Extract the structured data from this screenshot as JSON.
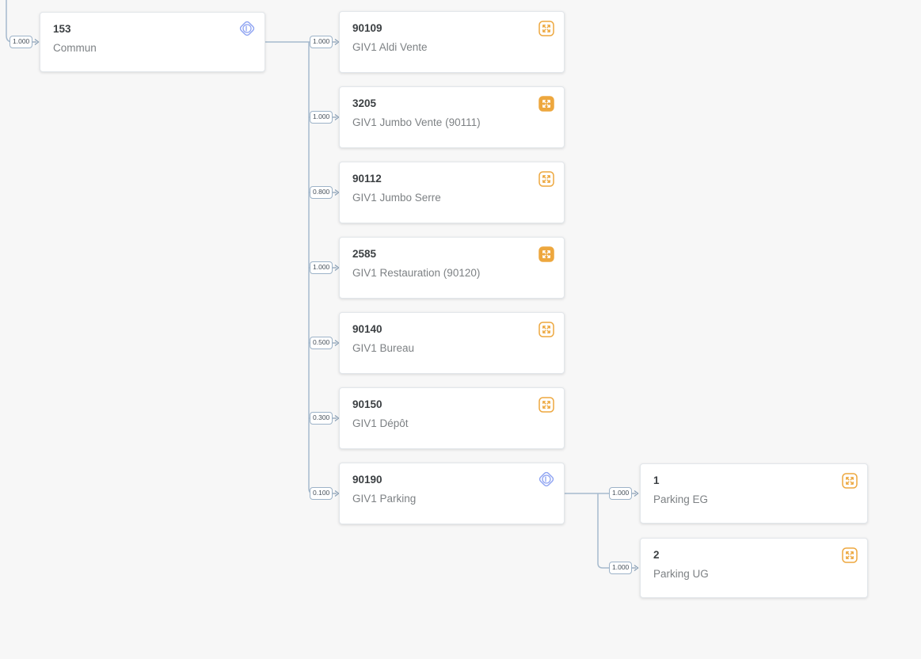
{
  "colors": {
    "background": "#f7f7f7",
    "line": "#a6bacd",
    "badge_border": "#9db3c8",
    "badge_text": "#47505a",
    "node_border": "#e2e6ea",
    "node_bg": "#ffffff",
    "title": "#3c4043",
    "subtitle": "#7d8184",
    "orange": "#eda73e",
    "blue": "#8ea3f2",
    "arrow": "#8aa0b6"
  },
  "root": {
    "id": "153",
    "name": "Commun",
    "incoming_weight": "1.000",
    "icon": "virtual-meter"
  },
  "children": [
    {
      "id": "90109",
      "name": "GIV1 Aldi Vente",
      "weight": "1.000",
      "icon": "expand-outline"
    },
    {
      "id": "3205",
      "name": "GIV1 Jumbo Vente (90111)",
      "weight": "1.000",
      "icon": "expand-filled"
    },
    {
      "id": "90112",
      "name": "GIV1 Jumbo Serre",
      "weight": "0.800",
      "icon": "expand-outline"
    },
    {
      "id": "2585",
      "name": "GIV1 Restauration (90120)",
      "weight": "1.000",
      "icon": "expand-filled"
    },
    {
      "id": "90140",
      "name": "GIV1 Bureau",
      "weight": "0.500",
      "icon": "expand-outline"
    },
    {
      "id": "90150",
      "name": "GIV1 Dépôt",
      "weight": "0.300",
      "icon": "expand-outline"
    },
    {
      "id": "90190",
      "name": "GIV1 Parking",
      "weight": "0.100",
      "icon": "virtual-meter",
      "children": [
        {
          "id": "1",
          "name": "Parking EG",
          "weight": "1.000",
          "icon": "expand-outline"
        },
        {
          "id": "2",
          "name": "Parking UG",
          "weight": "1.000",
          "icon": "expand-outline"
        }
      ]
    }
  ]
}
